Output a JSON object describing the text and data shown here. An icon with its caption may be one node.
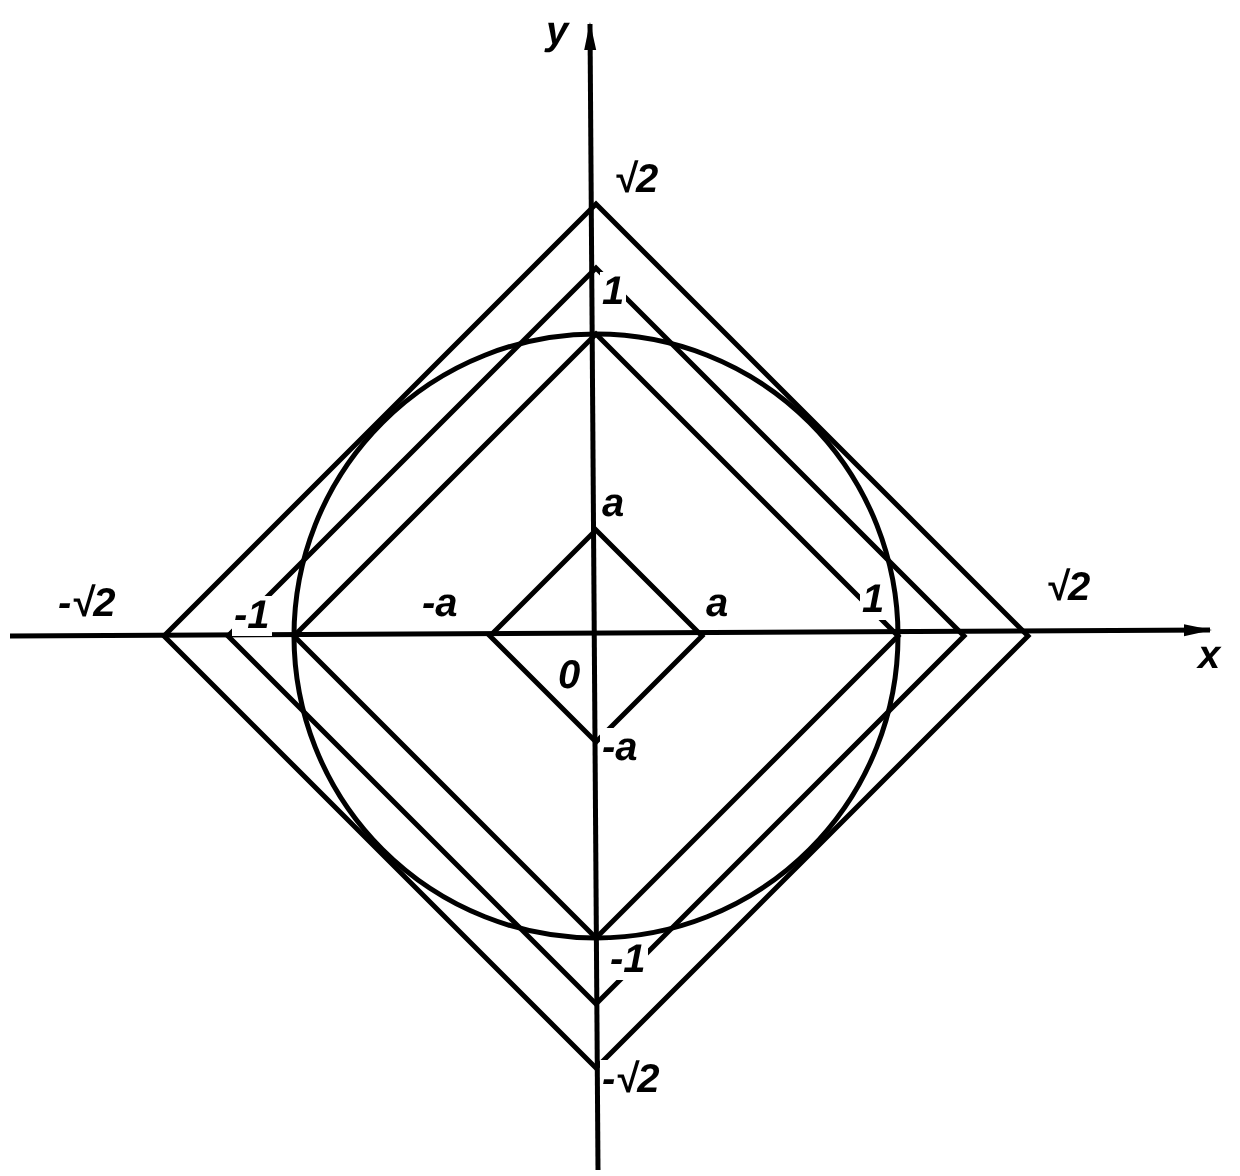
{
  "diagram": {
    "labels": [
      "y",
      "√2",
      "1",
      "a",
      "-√2",
      "-1",
      "-a",
      "a",
      "0",
      "1",
      "√2",
      "x",
      "-a",
      "-1",
      "-√2"
    ]
  }
}
